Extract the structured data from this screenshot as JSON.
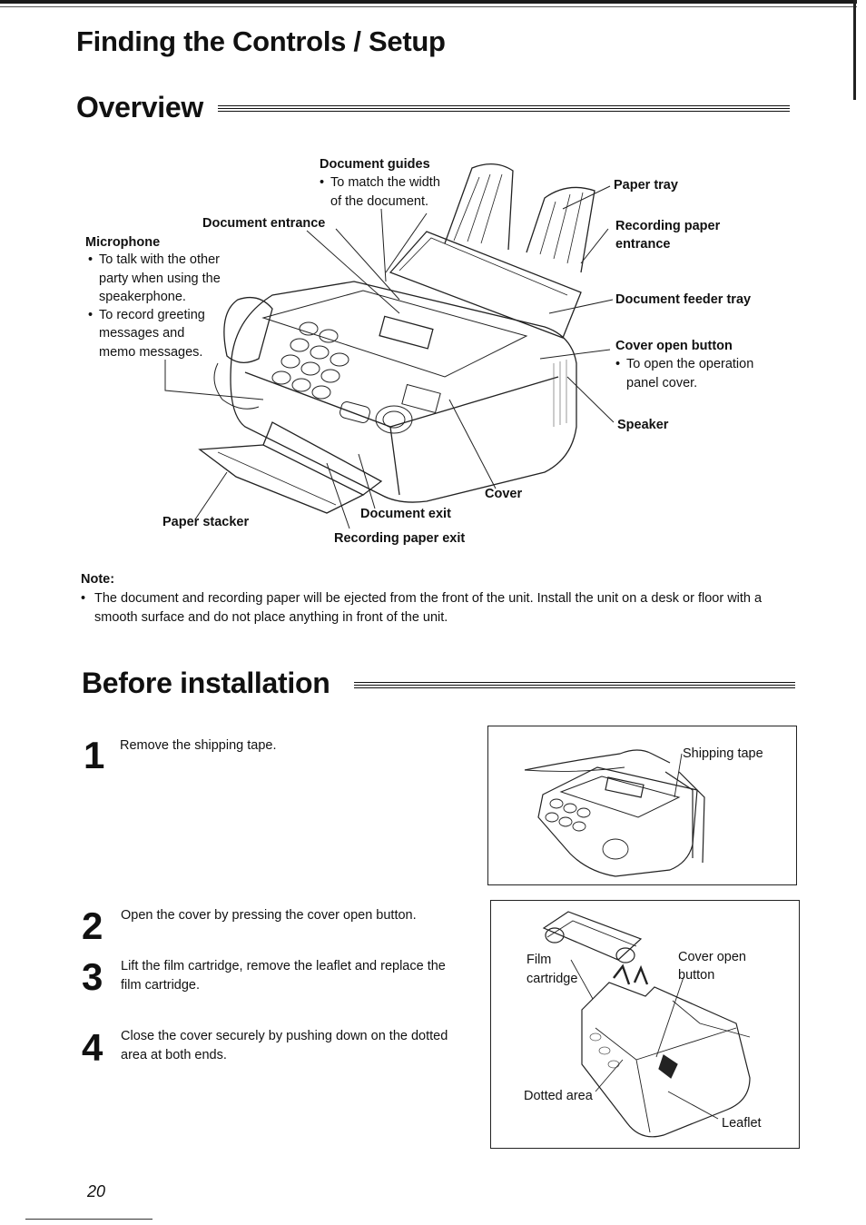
{
  "page_title": "Finding the Controls / Setup",
  "overview": {
    "heading": "Overview",
    "labels": {
      "document_guides": "Document guides",
      "document_guides_note_1": "To match the width",
      "document_guides_note_2": "of the document.",
      "document_entrance": "Document entrance",
      "microphone": "Microphone",
      "microphone_note_1": [
        "To talk with the other",
        "party when using the",
        "speakerphone."
      ],
      "microphone_note_2": [
        "To record greeting",
        "messages and",
        "memo messages."
      ],
      "paper_tray": "Paper tray",
      "recording_paper_entrance_1": "Recording paper",
      "recording_paper_entrance_2": "entrance",
      "document_feeder_tray": "Document feeder tray",
      "cover_open_button": "Cover open button",
      "cover_open_button_note_1": "To open the operation",
      "cover_open_button_note_2": "panel cover.",
      "speaker": "Speaker",
      "cover": "Cover",
      "paper_stacker": "Paper stacker",
      "document_exit": "Document exit",
      "recording_paper_exit": "Recording paper exit"
    }
  },
  "note": {
    "heading": "Note:",
    "text": "The document and recording paper will be ejected from the front of the unit. Install the unit on a desk or floor with a smooth surface and do not place anything in front of the unit."
  },
  "before_installation": {
    "heading": "Before installation",
    "steps": [
      {
        "num": "1",
        "text": "Remove the shipping tape."
      },
      {
        "num": "2",
        "text": "Open the cover by pressing the cover open button."
      },
      {
        "num": "3",
        "text": "Lift the film cartridge, remove the leaflet and replace the film cartridge."
      },
      {
        "num": "4",
        "text": "Close the cover securely by pushing down on the dotted area at both ends."
      }
    ],
    "figure1": {
      "shipping_tape": "Shipping tape"
    },
    "figure2": {
      "film_1": "Film",
      "film_2": "cartridge",
      "cover_open_1": "Cover open",
      "cover_open_2": "button",
      "dotted_area": "Dotted area",
      "leaflet": "Leaflet"
    }
  },
  "page_number": "20"
}
